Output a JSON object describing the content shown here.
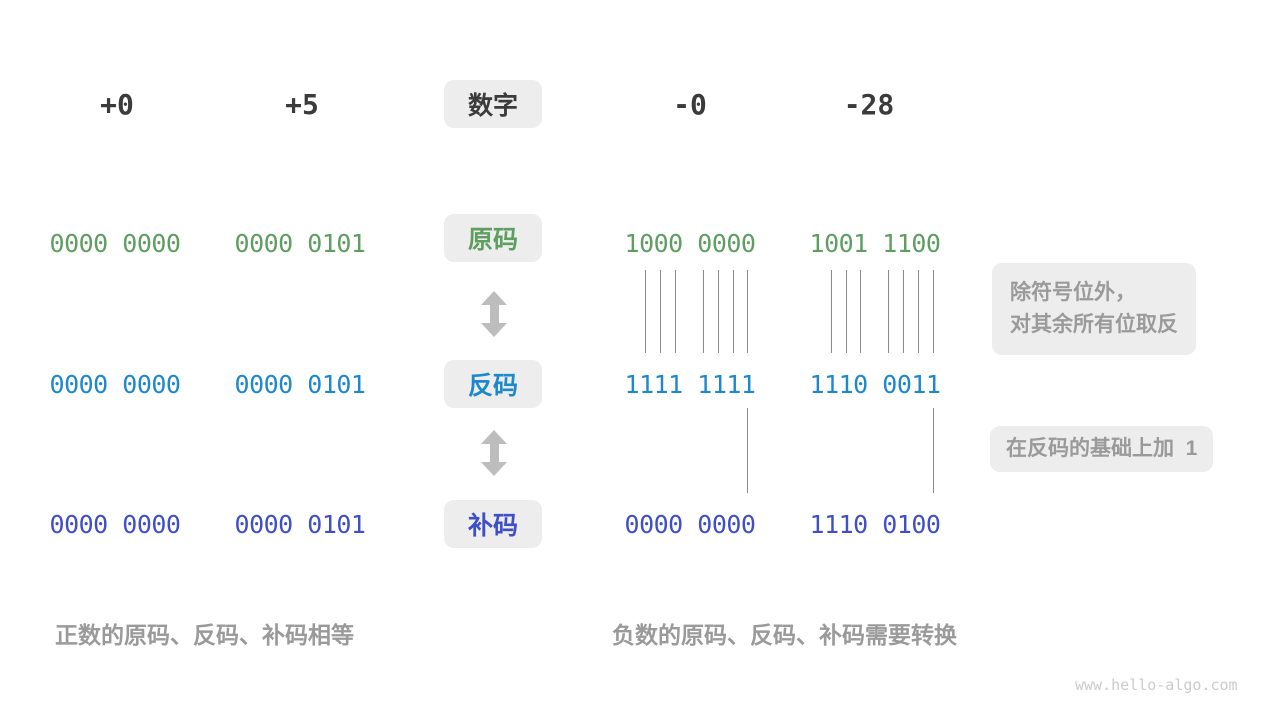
{
  "header": {
    "label": "数字",
    "columns": [
      "+0",
      "+5",
      "-0",
      "-28"
    ]
  },
  "rows": [
    {
      "label": "原码",
      "values": [
        "0000 0000",
        "0000 0101",
        "1000 0000",
        "1001 1100"
      ]
    },
    {
      "label": "反码",
      "values": [
        "0000 0000",
        "0000 0101",
        "1111 1111",
        "1110 0011"
      ]
    },
    {
      "label": "补码",
      "values": [
        "0000 0000",
        "0000 0101",
        "0000 0000",
        "1110 0100"
      ]
    }
  ],
  "annotations": {
    "invert_line1": "除符号位外，",
    "invert_line2": "对其余所有位取反",
    "add_one": "在反码的基础上加  1"
  },
  "captions": {
    "positive": "正数的原码、反码、补码相等",
    "negative": "负数的原码、反码、补码需要转换"
  },
  "watermark": "www.hello-algo.com",
  "colors": {
    "sign_code": "#5E9E60",
    "ones_complement": "#1E88CC",
    "twos_complement": "#3F4FC8",
    "header_text": "#3B3B3B",
    "caption": "#9A9A9A",
    "box_bg": "#EDEDED",
    "arrow": "#BDBDBD",
    "tick_line": "#8C8C8C",
    "watermark": "#CBCBCB"
  }
}
